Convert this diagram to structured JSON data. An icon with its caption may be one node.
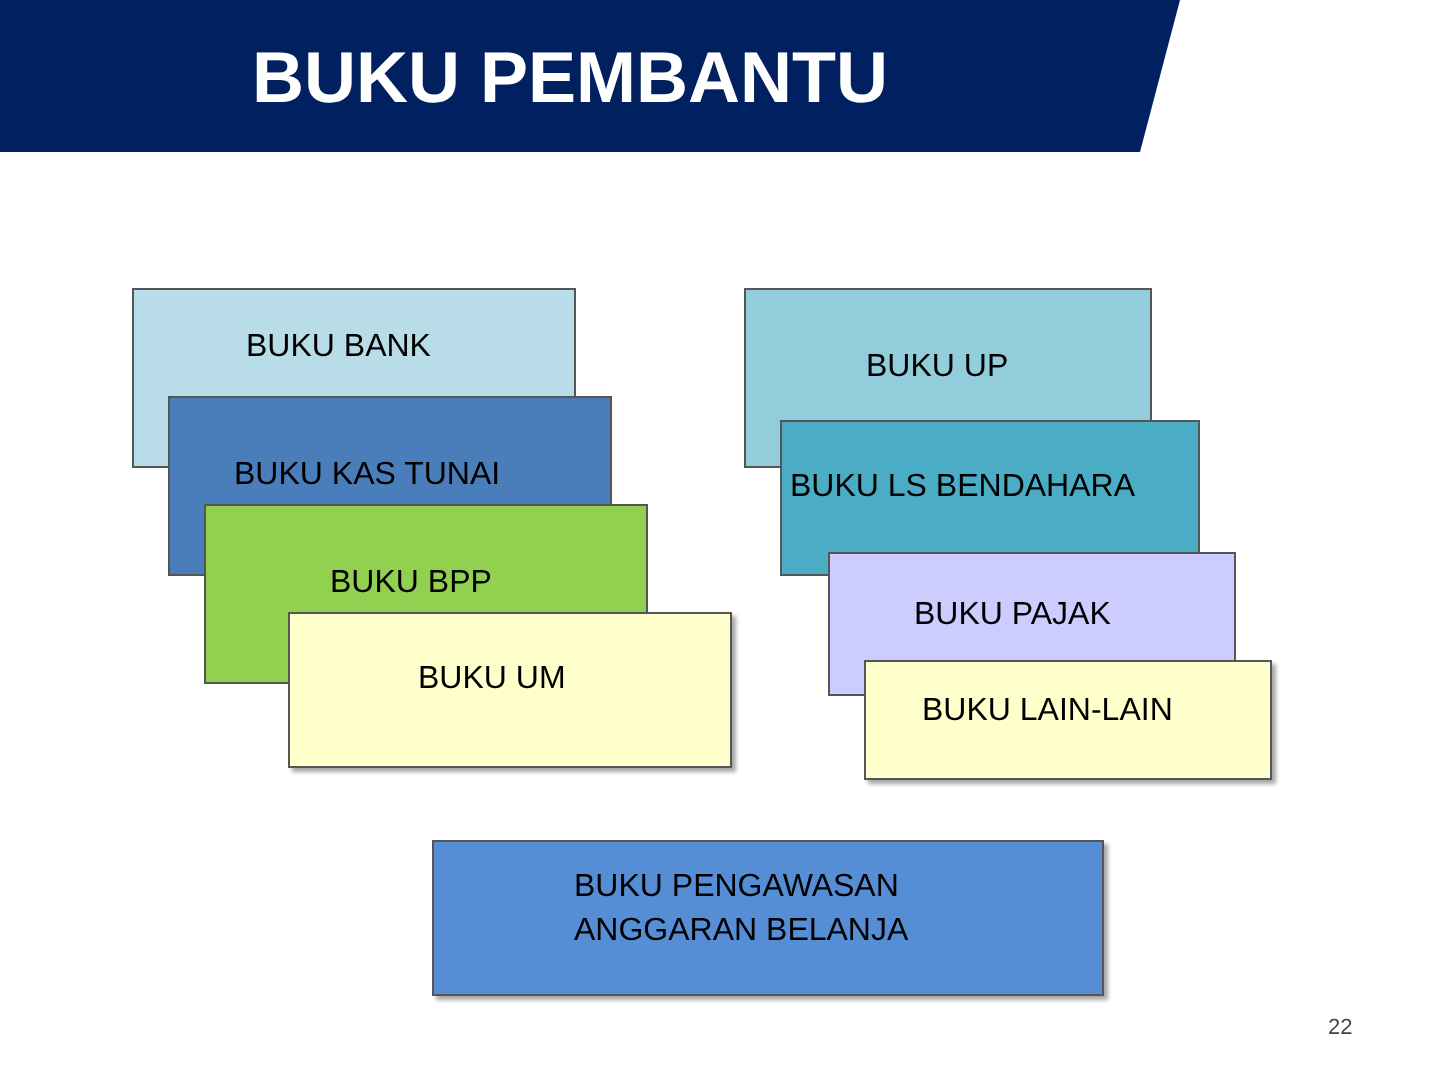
{
  "diagram": {
    "title": "BUKU PEMBANTU",
    "nodes": [
      {
        "text": [
          "BUKU BANK"
        ]
      },
      {
        "text": [
          "BUKU KAS TUNAI"
        ]
      },
      {
        "text": [
          "BUKU BPP"
        ]
      },
      {
        "text": [
          "BUKU UM"
        ]
      },
      {
        "text": [
          "BUKU UP"
        ]
      },
      {
        "text": [
          "BUKU LS BENDAHARA"
        ]
      },
      {
        "text": [
          "BUKU PAJAK"
        ]
      },
      {
        "text": [
          "BUKU LAIN-LAIN"
        ]
      },
      {
        "text": [
          "BUKU PENGAWASAN ANGGARAN BELANJA"
        ]
      }
    ],
    "labels": [
      "22"
    ]
  }
}
